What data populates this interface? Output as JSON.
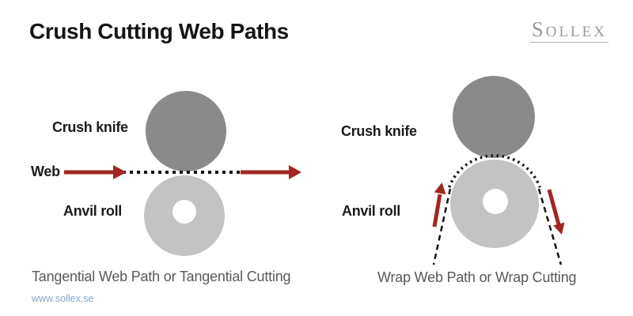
{
  "title": "Crush Cutting Web Paths",
  "logo": {
    "text": "Sollex"
  },
  "diagrams": {
    "left": {
      "knife_label": "Crush knife",
      "web_label": "Web",
      "anvil_label": "Anvil roll",
      "caption": "Tangential Web Path or Tangential Cutting"
    },
    "right": {
      "knife_label": "Crush knife",
      "anvil_label": "Anvil roll",
      "caption": "Wrap Web Path or Wrap Cutting"
    }
  },
  "footer": {
    "website": "www.sollex.se"
  },
  "colors": {
    "crush_knife_roll": "#8a8a8a",
    "anvil_roll": "#c3c3c3",
    "arrow_red": "#a22723",
    "web_path_black": "#141414",
    "caption_gray": "#595959",
    "logo_gray": "#9b9b9b",
    "link_blue": "#87a4ca"
  }
}
